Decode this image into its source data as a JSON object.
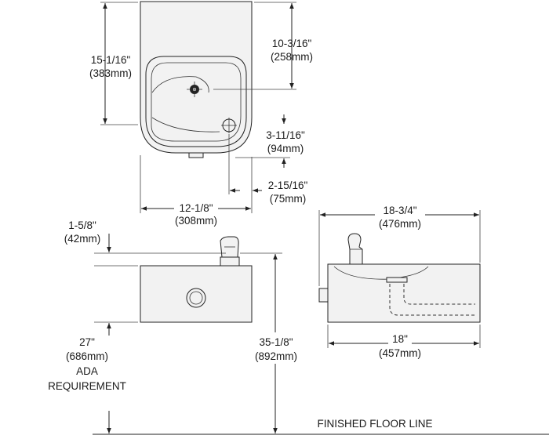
{
  "dimensions": {
    "top_height": "15-1/16\"",
    "top_height_mm": "(383mm)",
    "spout_to_top": "10-3/16\"",
    "spout_to_top_mm": "(258mm)",
    "drain_offset": "3-11/16\"",
    "drain_offset_mm": "(94mm)",
    "drain_side": "2-15/16\"",
    "drain_side_mm": "(75mm)",
    "width_front": "12-1/8\"",
    "width_front_mm": "(308mm)",
    "spout_height": "1-5/8\"",
    "spout_height_mm": "(42mm)",
    "overall_depth": "18-3/4\"",
    "overall_depth_mm": "(476mm)",
    "depth": "18\"",
    "depth_mm": "(457mm)",
    "rim_height": "35-1/8\"",
    "rim_height_mm": "(892mm)",
    "ada_height": "27\"",
    "ada_height_mm": "(686mm)",
    "ada_label_1": "ADA",
    "ada_label_2": "REQUIREMENT"
  },
  "floor_label": "FINISHED FLOOR LINE"
}
